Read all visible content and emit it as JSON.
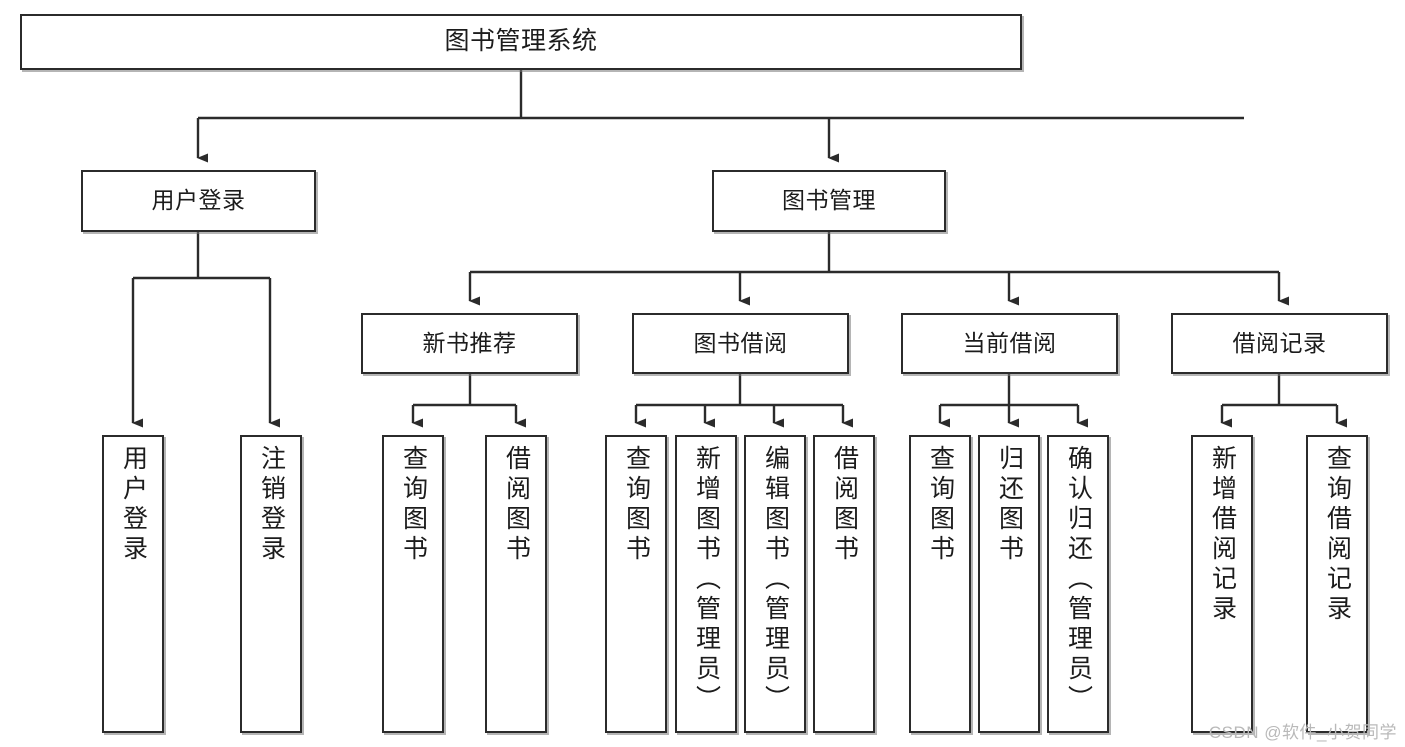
{
  "diagram": {
    "type": "tree",
    "title": "图书管理系统",
    "levels": {
      "root": {
        "label": "图书管理系统"
      },
      "level2": [
        {
          "label": "用户登录"
        },
        {
          "label": "图书管理"
        }
      ],
      "level3": [
        {
          "label": "新书推荐"
        },
        {
          "label": "图书借阅"
        },
        {
          "label": "当前借阅"
        },
        {
          "label": "借阅记录"
        }
      ],
      "leaves": [
        {
          "label": "用户登录",
          "parent": "用户登录"
        },
        {
          "label": "注销登录",
          "parent": "用户登录"
        },
        {
          "label": "查询图书",
          "parent": "新书推荐"
        },
        {
          "label": "借阅图书",
          "parent": "新书推荐"
        },
        {
          "label": "查询图书",
          "parent": "图书借阅"
        },
        {
          "label": "新增图书（管理员）",
          "parent": "图书借阅"
        },
        {
          "label": "编辑图书（管理员）",
          "parent": "图书借阅"
        },
        {
          "label": "借阅图书",
          "parent": "图书借阅"
        },
        {
          "label": "查询图书",
          "parent": "当前借阅"
        },
        {
          "label": "归还图书",
          "parent": "当前借阅"
        },
        {
          "label": "确认归还（管理员）",
          "parent": "当前借阅"
        },
        {
          "label": "新增借阅记录",
          "parent": "借阅记录"
        },
        {
          "label": "查询借阅记录",
          "parent": "借阅记录"
        }
      ]
    },
    "colors": {
      "border": "#2b2b2b",
      "connector": "#2b2b2b",
      "text": "#1c1c1c",
      "background": "#ffffff",
      "watermark": "#b9b9b9"
    }
  },
  "watermark": {
    "text": "CSDN @软件_小贺同学"
  }
}
